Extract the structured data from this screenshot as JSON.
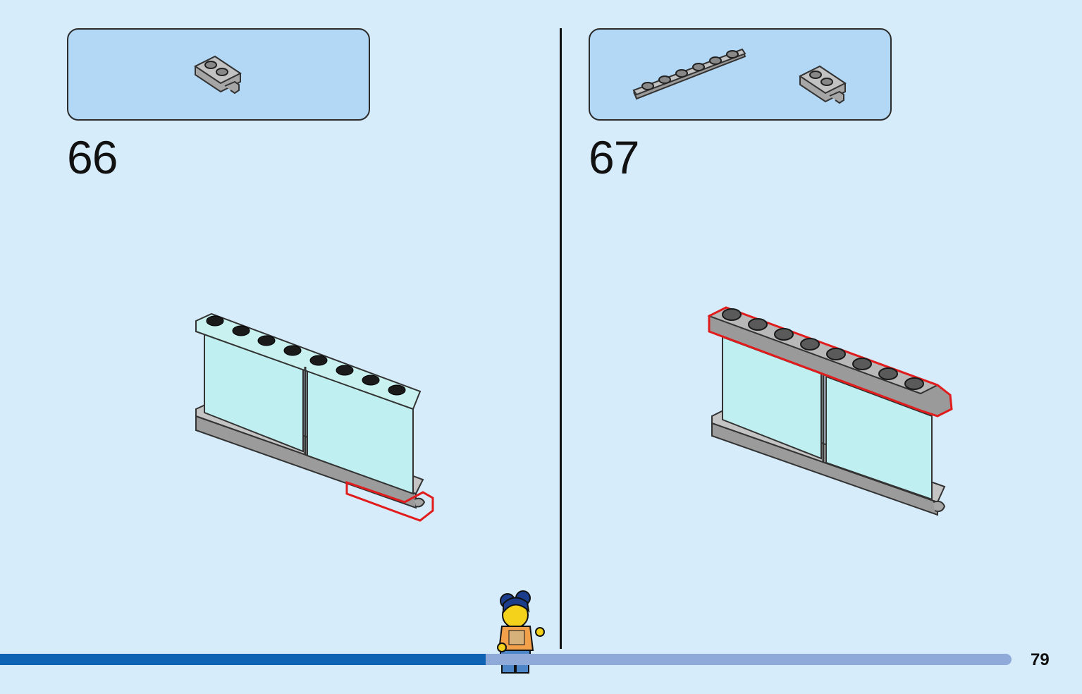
{
  "steps": [
    {
      "number": "66",
      "parts": [
        "plate-1x2-clip-icon"
      ]
    },
    {
      "number": "67",
      "parts": [
        "plate-1x6-icon",
        "plate-1x2-clip-icon"
      ]
    }
  ],
  "page": {
    "number": "79"
  },
  "progress": {
    "fraction": 0.48
  },
  "colors": {
    "background": "#d6ecfb",
    "parts_box": "#b3d8f5",
    "progress_fill": "#0e63b3",
    "progress_track": "#8fa9d9",
    "highlight": "#e11c1c"
  }
}
